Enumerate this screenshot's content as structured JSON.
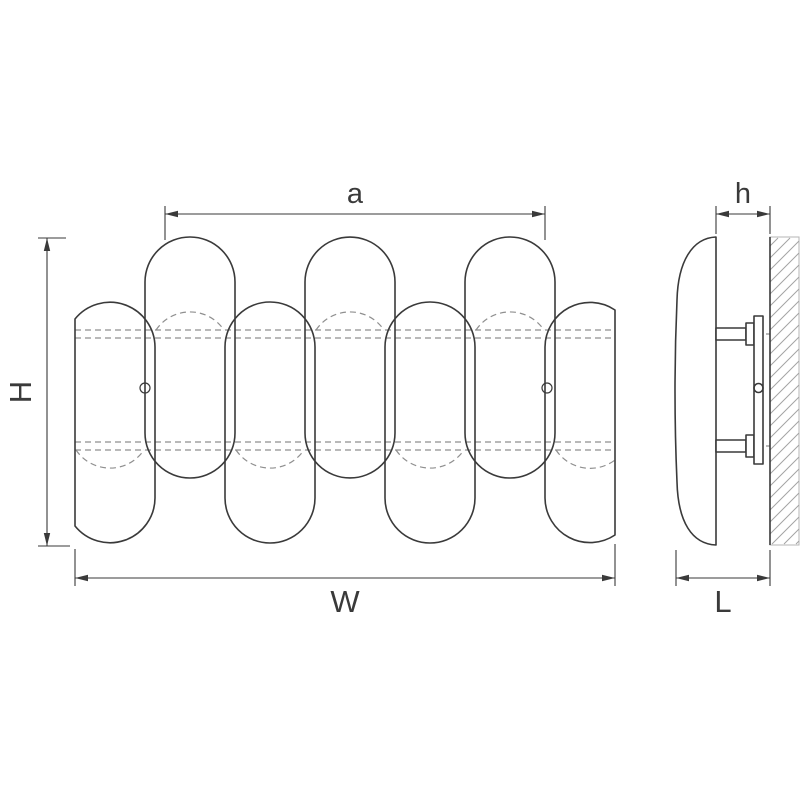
{
  "meta": {
    "background": "#ffffff",
    "line_color": "#3a3a3a",
    "hidden_line_color": "#8f8f8f",
    "hatch_color": "#a3a3a3",
    "dim_color": "#3a3a3a"
  },
  "dimension_labels": {
    "a": "a",
    "h": "h",
    "H": "H",
    "W": "W",
    "L": "L"
  }
}
